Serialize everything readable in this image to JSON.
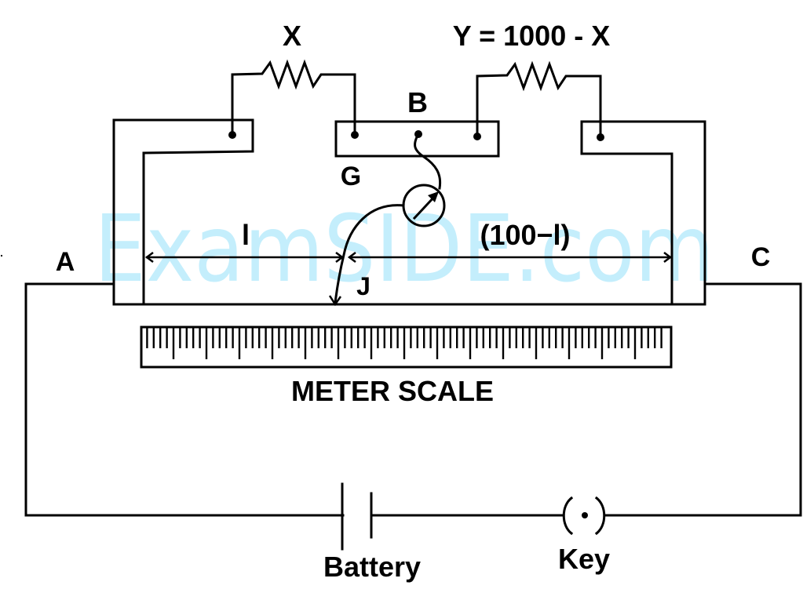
{
  "diagram": {
    "type": "meter-bridge-circuit",
    "watermark": {
      "text": "ExamSIDE.com",
      "color": "#C4EEFC"
    },
    "line_color": "#000000",
    "labels": {
      "resistor_x": "X",
      "resistor_y": "Y = 1000 - X",
      "point_b": "B",
      "galvanometer": "G",
      "length_left": "l",
      "length_right": "(100−l)",
      "jockey": "J",
      "point_a": "A",
      "point_c": "C",
      "meter_scale": "METER SCALE",
      "battery": "Battery",
      "key": "Key"
    },
    "components": [
      {
        "id": "resistor-x",
        "symbol": "zigzag-resistor",
        "label_ref": "resistor_x"
      },
      {
        "id": "resistor-y",
        "symbol": "zigzag-resistor",
        "label_ref": "resistor_y"
      },
      {
        "id": "galvanometer",
        "symbol": "circle-with-arrow",
        "label_ref": "galvanometer"
      },
      {
        "id": "jockey",
        "symbol": "arrow-contact",
        "label_ref": "jockey"
      },
      {
        "id": "meter-scale",
        "symbol": "ruler",
        "divisions_major": 16,
        "subdivisions": 5,
        "label_ref": "meter_scale"
      },
      {
        "id": "battery",
        "symbol": "cell",
        "label_ref": "battery"
      },
      {
        "id": "key",
        "symbol": "plug-key",
        "label_ref": "key"
      }
    ]
  }
}
